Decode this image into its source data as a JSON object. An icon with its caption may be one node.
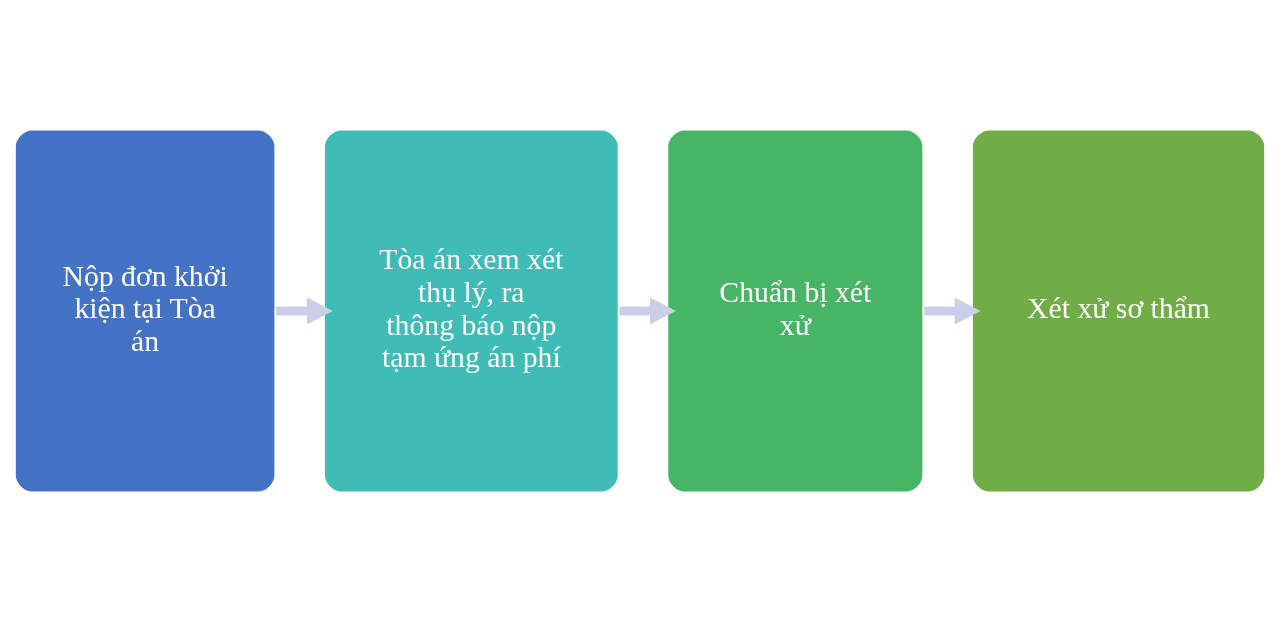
{
  "diagram": {
    "nodes": [
      {
        "text": [
          "Nộp đơn khởi kiện tại Tòa án"
        ]
      },
      {
        "text": [
          "Tòa án xem xét thụ lý, ra thông báo nộp tạm ứng án phí"
        ]
      },
      {
        "text": [
          "Chuẩn bị xét xử"
        ]
      },
      {
        "text": [
          "Xét xử sơ thẩm"
        ]
      }
    ],
    "edges": [
      {
        "from": 0,
        "to": 1,
        "arrow": "to"
      },
      {
        "from": 1,
        "to": 2,
        "arrow": "to"
      },
      {
        "from": 2,
        "to": 3,
        "arrow": "to"
      }
    ]
  }
}
